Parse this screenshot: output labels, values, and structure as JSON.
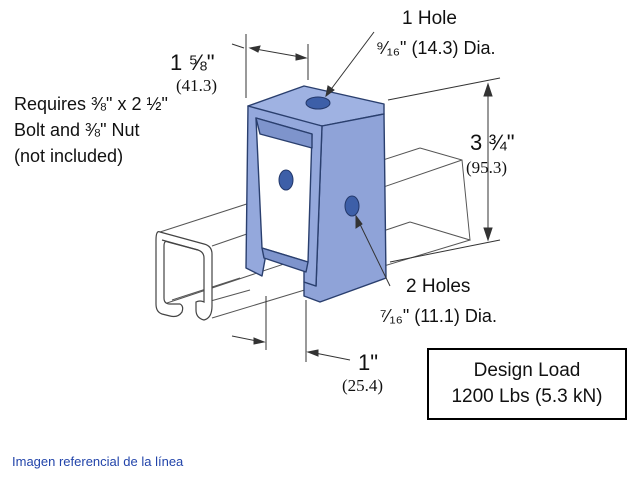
{
  "labels": {
    "top_hole_title": "1 Hole",
    "top_hole_size": "⁹⁄₁₆\" (14.3) Dia.",
    "width_in": "1 ⅝\"",
    "width_mm": "(41.3)",
    "height_in": "3 ¾\"",
    "height_mm": "(95.3)",
    "side_holes_title": "2 Holes",
    "side_holes_size": "⁷⁄₁₆\" (11.1) Dia.",
    "opening_in": "1\"",
    "opening_mm": "(25.4)",
    "requires_line1": "Requires ⅜\" x 2 ½\"",
    "requires_line2": "Bolt and ⅜\" Nut",
    "requires_line3": "(not included)"
  },
  "design_load": {
    "title": "Design Load",
    "value": "1200 Lbs (5.3 kN)"
  },
  "caption": "Imagen referencial de la línea",
  "colors": {
    "bracket": "#8fa3d8",
    "bracket_dark": "#6f86c6",
    "hole": "#3d5fa8",
    "line": "#333333",
    "caption": "#2244aa"
  }
}
